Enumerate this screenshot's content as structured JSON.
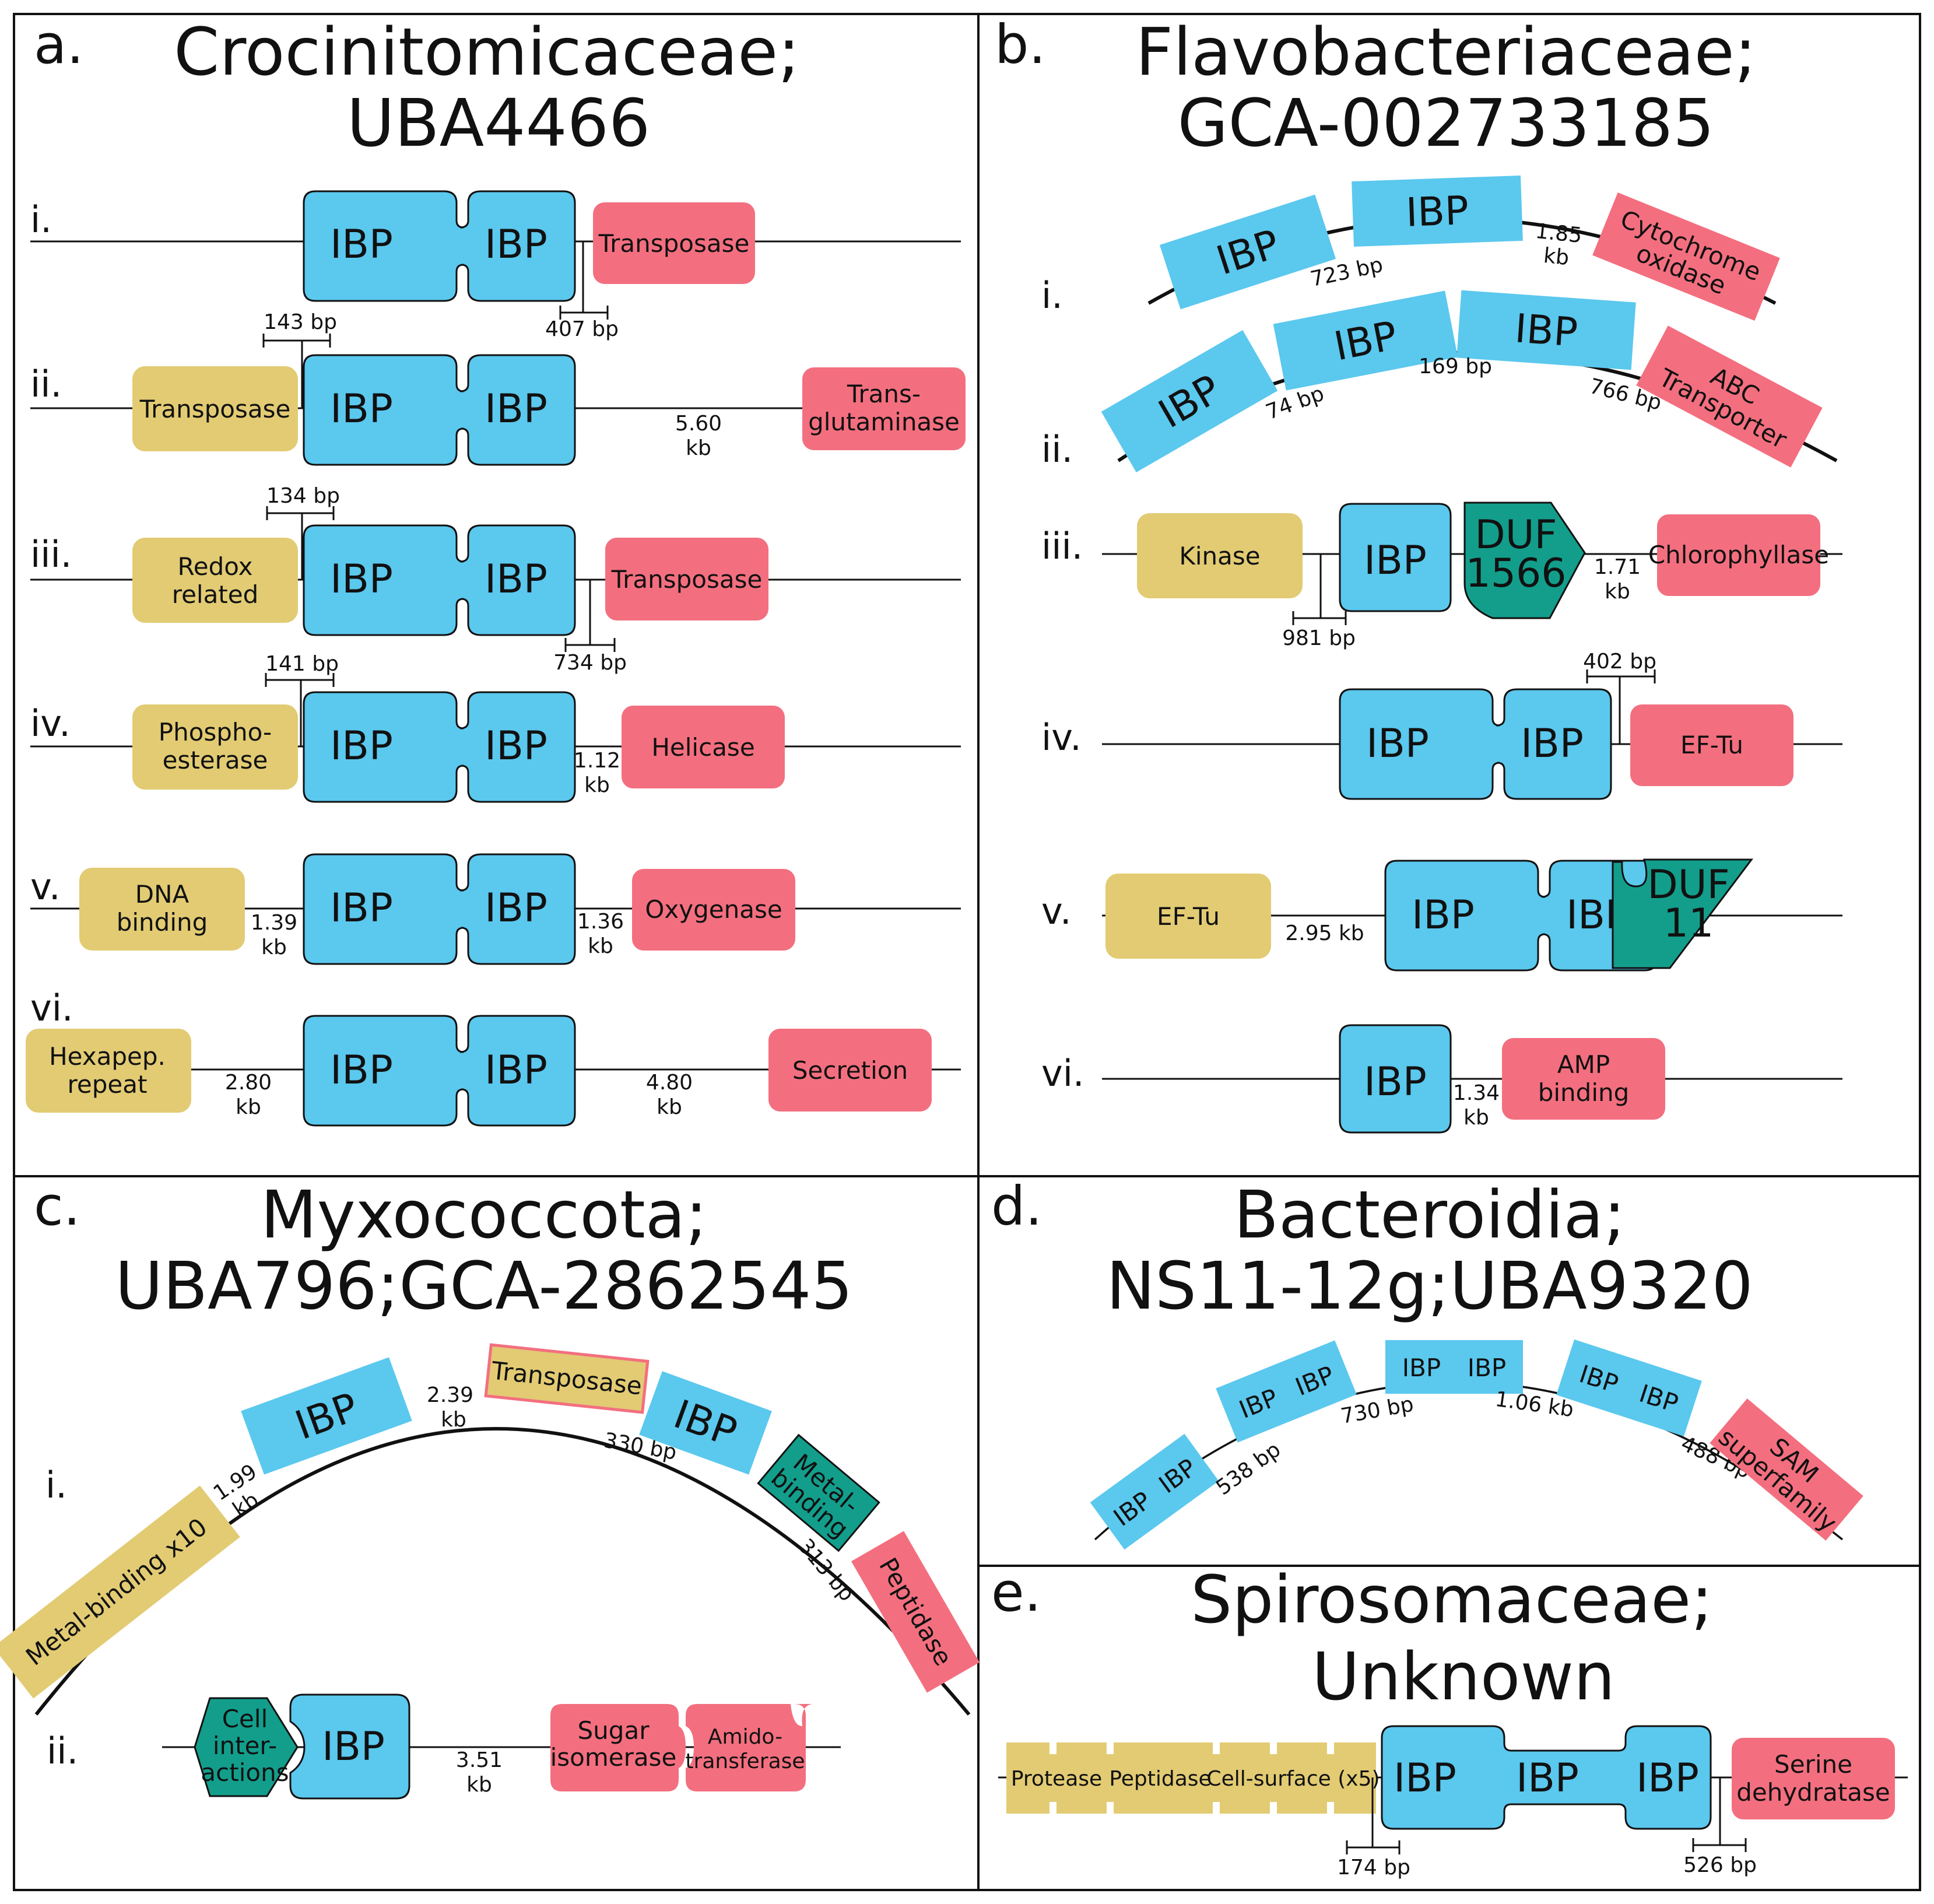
{
  "colors": {
    "ibp": "#5bc8ee",
    "downstream_gene": "#f36f7f",
    "upstream_gene": "#e2cb73",
    "domain_of_unknown_function": "#139e8c",
    "outline": "#111111"
  },
  "panels": {
    "a": {
      "letter": "a.",
      "title": [
        "Crocinitomicaceae;",
        "UBA4466"
      ],
      "rows": {
        "i": {
          "label": "i.",
          "ibp": [
            "IBP",
            "IBP"
          ],
          "right": "Transposase",
          "dist_right": "407 bp"
        },
        "ii": {
          "label": "ii.",
          "ibp": [
            "IBP",
            "IBP"
          ],
          "left": "Transposase",
          "dist_left": "143 bp",
          "right": [
            "Trans-",
            "glutaminase"
          ],
          "dist_right": [
            "5.60",
            "kb"
          ]
        },
        "iii": {
          "label": "iii.",
          "ibp": [
            "IBP",
            "IBP"
          ],
          "left": [
            "Redox",
            "related"
          ],
          "dist_left": "134 bp",
          "right": "Transposase",
          "dist_right": "734 bp"
        },
        "iv": {
          "label": "iv.",
          "ibp": [
            "IBP",
            "IBP"
          ],
          "left": [
            "Phospho-",
            "esterase"
          ],
          "dist_left": "141 bp",
          "right": "Helicase",
          "dist_right": [
            "1.12",
            "kb"
          ]
        },
        "v": {
          "label": "v.",
          "ibp": [
            "IBP",
            "IBP"
          ],
          "left": [
            "DNA",
            "binding"
          ],
          "dist_left": [
            "1.39",
            "kb"
          ],
          "right": "Oxygenase",
          "dist_right": [
            "1.36",
            "kb"
          ]
        },
        "vi": {
          "label": "vi.",
          "ibp": [
            "IBP",
            "IBP"
          ],
          "left": [
            "Hexapep.",
            "repeat"
          ],
          "dist_left": [
            "2.80",
            "kb"
          ],
          "right": "Secretion",
          "dist_right": [
            "4.80",
            "kb"
          ]
        }
      }
    },
    "b": {
      "letter": "b.",
      "title": [
        "Flavobacteriaceae;",
        "GCA-002733185"
      ],
      "rows": {
        "i": {
          "label": "i.",
          "ibp": [
            "IBP",
            "IBP"
          ],
          "gap": "723 bp",
          "dist_right": [
            "1.85",
            "kb"
          ],
          "right": [
            "Cytochrome",
            "oxidase"
          ]
        },
        "ii": {
          "label": "ii.",
          "ibp": [
            "IBP",
            "IBP",
            "IBP"
          ],
          "gap1": "74 bp",
          "gap2": "169 bp",
          "dist_right": "766 bp",
          "right": [
            "ABC",
            "Transporter"
          ]
        },
        "iii": {
          "label": "iii.",
          "left": "Kinase",
          "dist_left": "981 bp",
          "ibp": [
            "IBP"
          ],
          "duf": [
            "DUF",
            "1566"
          ],
          "dist_right": [
            "1.71",
            "kb"
          ],
          "right": "Chlorophyllase"
        },
        "iv": {
          "label": "iv.",
          "ibp": [
            "IBP",
            "IBP"
          ],
          "dist_right": "402 bp",
          "right": "EF-Tu"
        },
        "v": {
          "label": "v.",
          "left": "EF-Tu",
          "dist_left": "2.95 kb",
          "ibp": [
            "IBP",
            "IBP"
          ],
          "duf": [
            "DUF",
            "11"
          ]
        },
        "vi": {
          "label": "vi.",
          "ibp": [
            "IBP"
          ],
          "dist_right": [
            "1.34",
            "kb"
          ],
          "right": [
            "AMP",
            "binding"
          ]
        }
      }
    },
    "c": {
      "letter": "c.",
      "title": [
        "Myxococcota;",
        "UBA796;GCA-2862545"
      ],
      "rows": {
        "i": {
          "label": "i.",
          "left": "Metal-binding x10",
          "dist_left": [
            "1.99",
            "kb"
          ],
          "ibp1": "IBP",
          "gap1": [
            "2.39",
            "kb"
          ],
          "transposase": "Transposase",
          "gap2": "330 bp",
          "ibp2": "IBP",
          "metal": [
            "Metal-",
            "binding"
          ],
          "gap3": "313 bp",
          "right": "Peptidase"
        },
        "ii": {
          "label": "ii.",
          "cell": [
            "Cell",
            "inter-",
            "actions"
          ],
          "ibp": "IBP",
          "dist_right": [
            "3.51",
            "kb"
          ],
          "sugar": [
            "Sugar",
            "isomerase"
          ],
          "amido": [
            "Amido-",
            "transferase"
          ]
        }
      }
    },
    "d": {
      "letter": "d.",
      "title": [
        "Bacteroidia;",
        "NS11-12g;UBA9320"
      ],
      "ibp_label": "IBP",
      "gaps": [
        "538 bp",
        "730 bp",
        "1.06 kb",
        "488 bp"
      ],
      "right": [
        "SAM",
        "superfamily"
      ]
    },
    "e": {
      "letter": "e.",
      "title": [
        "Spirosomaceae;",
        "Unknown"
      ],
      "left": [
        "Protease",
        "Peptidase",
        "Cell-surface (x5)"
      ],
      "dist_left": "174 bp",
      "ibp": [
        "IBP",
        "IBP",
        "IBP"
      ],
      "dist_right": "526 bp",
      "right": [
        "Serine",
        "dehydratase"
      ]
    }
  }
}
